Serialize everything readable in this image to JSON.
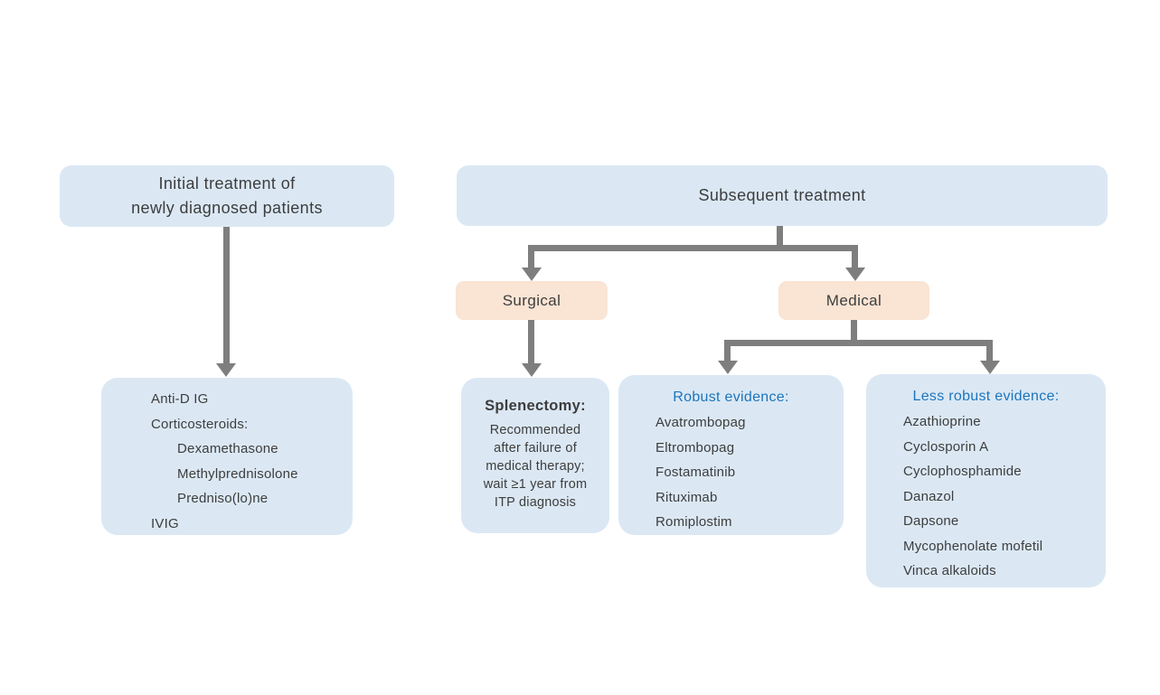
{
  "colors": {
    "box_blue": "#dbe8f4",
    "box_peach": "#fae4d4",
    "connector_gray": "#7e7e7e",
    "heading_blue": "#1c75bc",
    "text_dark": "#3d3d3d"
  },
  "boxes": {
    "initial_treatment": {
      "line1": "Initial treatment of",
      "line2": "newly diagnosed patients"
    },
    "subsequent_treatment": {
      "title": "Subsequent treatment"
    },
    "surgical": {
      "label": "Surgical"
    },
    "medical": {
      "label": "Medical"
    },
    "initial_options": {
      "items": [
        {
          "label": "Anti-D IG"
        },
        {
          "label": "Corticosteroids:"
        },
        {
          "label": "Dexamethasone"
        },
        {
          "label": "Methylprednisolone"
        },
        {
          "label": "Predniso(lo)ne"
        },
        {
          "label": "IVIG"
        }
      ]
    },
    "splenectomy": {
      "heading": "Splenectomy:",
      "body_lines": [
        "Recommended",
        "after failure of",
        "medical therapy;",
        "wait ≥1 year from",
        "ITP diagnosis"
      ]
    },
    "robust": {
      "heading": "Robust evidence:",
      "items": [
        {
          "label": "Avatrombopag"
        },
        {
          "label": "Eltrombopag"
        },
        {
          "label": "Fostamatinib"
        },
        {
          "label": "Rituximab"
        },
        {
          "label": "Romiplostim"
        }
      ]
    },
    "less_robust": {
      "heading": "Less robust evidence:",
      "items": [
        {
          "label": "Azathioprine"
        },
        {
          "label": "Cyclosporin A"
        },
        {
          "label": "Cyclophosphamide"
        },
        {
          "label": "Danazol"
        },
        {
          "label": "Dapsone"
        },
        {
          "label": "Mycophenolate mofetil"
        },
        {
          "label": "Vinca alkaloids"
        }
      ]
    }
  }
}
